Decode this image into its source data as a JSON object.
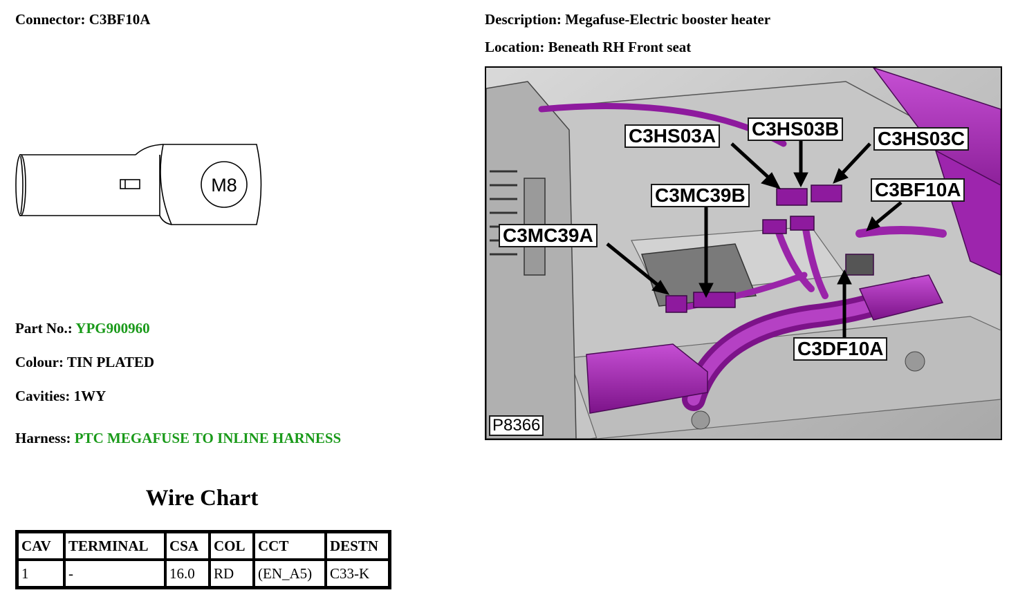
{
  "connector": {
    "label": "Connector:",
    "value": "C3BF10A"
  },
  "description": {
    "label": "Description:",
    "value": "Megafuse-Electric booster heater"
  },
  "location": {
    "label": "Location:",
    "value": "Beneath RH Front seat"
  },
  "drawing": {
    "stud_label": "M8"
  },
  "part_no": {
    "label": "Part No.:",
    "value": "YPG900960"
  },
  "colour": {
    "label": "Colour:",
    "value": "TIN PLATED"
  },
  "cavities": {
    "label": "Cavities:",
    "value": "1WY"
  },
  "harness": {
    "label": "Harness:",
    "value": "PTC MEGAFUSE TO INLINE HARNESS"
  },
  "colors": {
    "link_green": "#1a9a1a",
    "harness_purple": "#8e1a9e"
  },
  "wire_chart": {
    "title": "Wire Chart",
    "headers": [
      "CAV",
      "TERMINAL",
      "CSA",
      "COL",
      "CCT",
      "DESTN"
    ],
    "rows": [
      [
        "1",
        "-",
        "16.0",
        "RD",
        "(EN_A5)",
        "C33-K"
      ]
    ]
  },
  "photo": {
    "reference": "P8366",
    "callouts": [
      "C3HS03A",
      "C3HS03B",
      "C3HS03C",
      "C3BF10A",
      "C3MC39B",
      "C3MC39A",
      "C3DF10A"
    ]
  }
}
